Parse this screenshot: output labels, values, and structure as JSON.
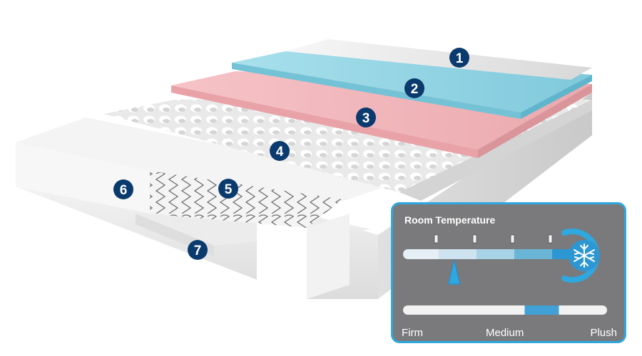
{
  "markers": [
    {
      "id": 1,
      "label": "1"
    },
    {
      "id": 2,
      "label": "2"
    },
    {
      "id": 3,
      "label": "3"
    },
    {
      "id": 4,
      "label": "4"
    },
    {
      "id": 5,
      "label": "5"
    },
    {
      "id": 6,
      "label": "6"
    },
    {
      "id": 7,
      "label": "7"
    }
  ],
  "panel": {
    "title": "Room Temperature",
    "scale_labels": {
      "firm": "Firm",
      "medium": "Medium",
      "plush": "Plush"
    },
    "temperature_pointer_fraction": 0.3,
    "firmness_indicator_fraction": 0.68,
    "icon": "snowflake-icon"
  },
  "colors": {
    "marker": "#0b3a6e",
    "top_layer": "#e6e6e6",
    "cool_gel_layer": "#8fd3e4",
    "pink_layer": "#f2b7bc",
    "panel_border": "#2fa7df",
    "panel_bg": "#7a7a7c",
    "accent_blue": "#1a8fd6"
  }
}
